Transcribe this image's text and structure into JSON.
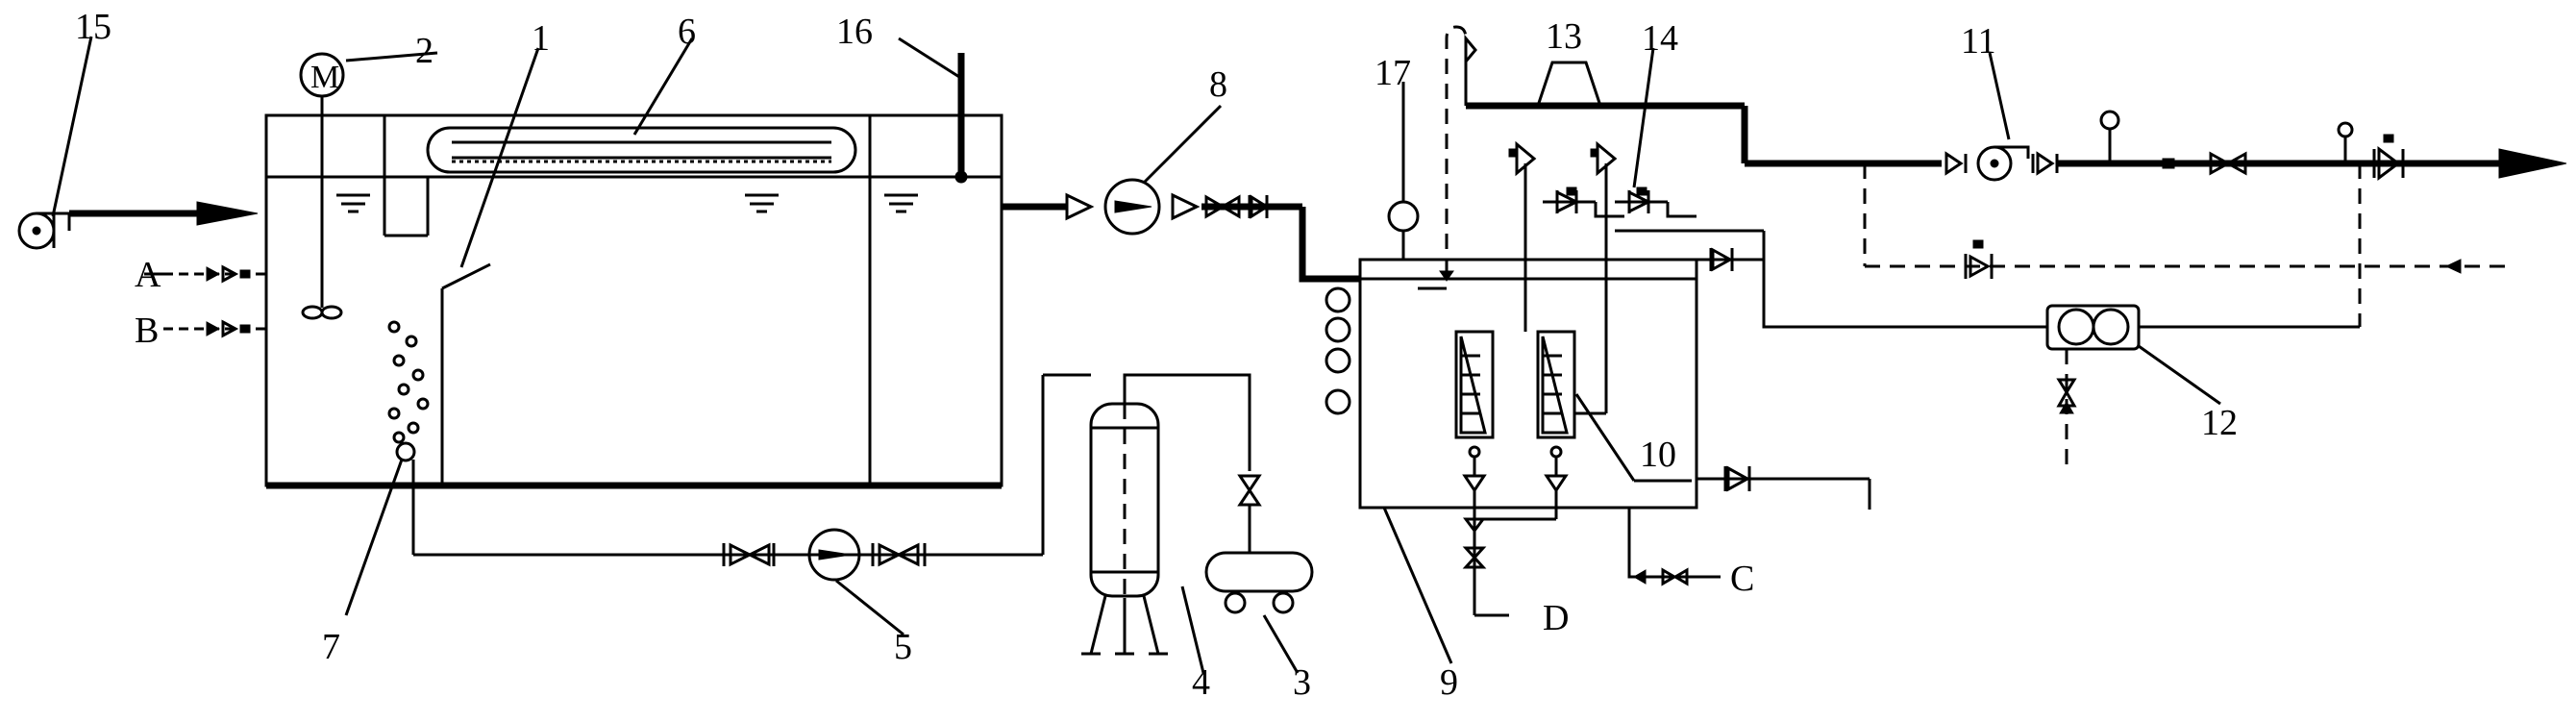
{
  "diagram": {
    "numbers": [
      "1",
      "2",
      "3",
      "4",
      "5",
      "6",
      "7",
      "8",
      "9",
      "10",
      "11",
      "12",
      "13",
      "14",
      "15",
      "16",
      "17"
    ],
    "letters": [
      "A",
      "B",
      "C",
      "D"
    ],
    "motor_symbol": "M"
  }
}
